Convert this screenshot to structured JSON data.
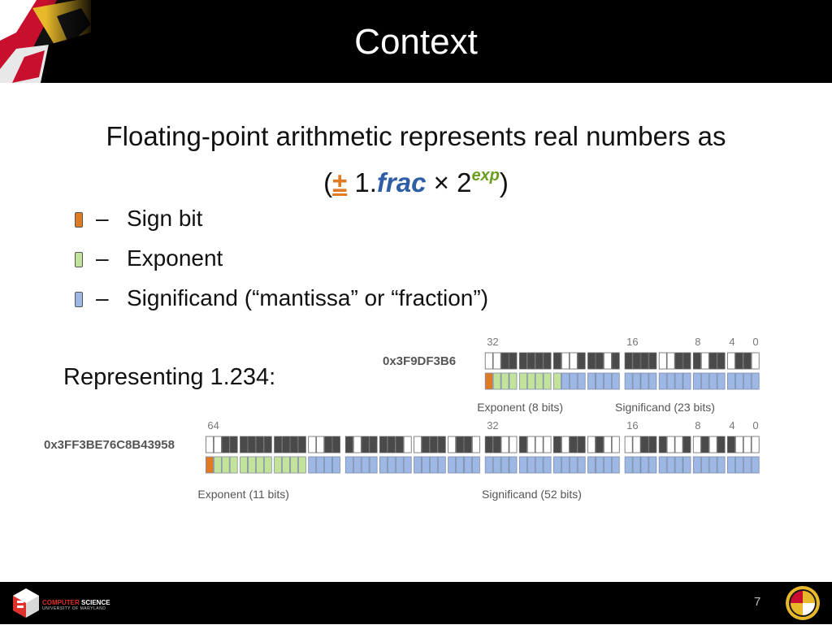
{
  "slide": {
    "title": "Context",
    "intro": "Floating-point arithmetic represents real numbers as",
    "formula": {
      "open": "(",
      "sign": "±",
      "one": " 1.",
      "frac": "frac",
      "times": " × 2",
      "exp": "exp",
      "close": ")"
    },
    "legend": [
      {
        "dash": "–",
        "label": "Sign bit",
        "color": "#e07b24"
      },
      {
        "dash": "–",
        "label": "Exponent",
        "color": "#c4e39a"
      },
      {
        "dash": "–",
        "label": "Significand (“mantissa” or “fraction”)",
        "color": "#9db8e4"
      }
    ],
    "representing_label": "Representing 1.234:",
    "page_number": "7"
  },
  "colors": {
    "bit_one": "#4a4a4a",
    "bit_zero": "#ffffff",
    "sign": "#e07b24",
    "exponent": "#c4e39a",
    "significand": "#9db8e4",
    "header_bg": "#000000"
  },
  "single": {
    "hex": "0x3F9DF3B6",
    "bits": "00111111100111011111001110110110",
    "exponent_bits": 8,
    "ticks": [
      "32",
      "16",
      "8",
      "4",
      "0"
    ],
    "exponent_label": "Exponent (8 bits)",
    "significand_label": "Significand (23 bits)"
  },
  "double": {
    "hex": "0x3FF3BE76C8B43958",
    "bits": "0011111111110011101111100111011011001000101101000011100101011000",
    "exponent_bits": 11,
    "ticks": [
      "64",
      "32",
      "16",
      "8",
      "4",
      "0"
    ],
    "exponent_label": "Exponent (11 bits)",
    "significand_label": "Significand (52 bits)"
  },
  "footer": {
    "brand_line_1_accent": "COMPUTER",
    "brand_line_1_rest": " SCIENCE",
    "brand_line_2": "UNIVERSITY OF MARYLAND"
  }
}
